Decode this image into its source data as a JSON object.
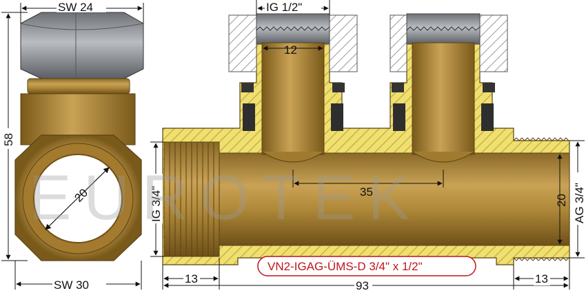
{
  "drawing": {
    "watermark": "EUROTEK",
    "part_code": "VN2-IGAG-ÜMS-D 3/4\" x 1/2\"",
    "colors": {
      "brass": "#b08a3a",
      "brass_dark": "#7a5a1a",
      "steel": "#9a9ea3",
      "section_line": "#d8d0b8",
      "label_red": "#c0141b"
    },
    "dims": {
      "sw_top": "SW 24",
      "sw_bottom": "SW 30",
      "height_left": "58",
      "bore_left": "20",
      "ig_top": "IG 1/2\"",
      "outlet_bore": "12",
      "ig_side": "IG 3/4\"",
      "spacing": "35",
      "bore_right": "20",
      "ag_side": "AG 3/4\"",
      "len_left": "13",
      "len_total": "93",
      "len_right": "13"
    }
  }
}
